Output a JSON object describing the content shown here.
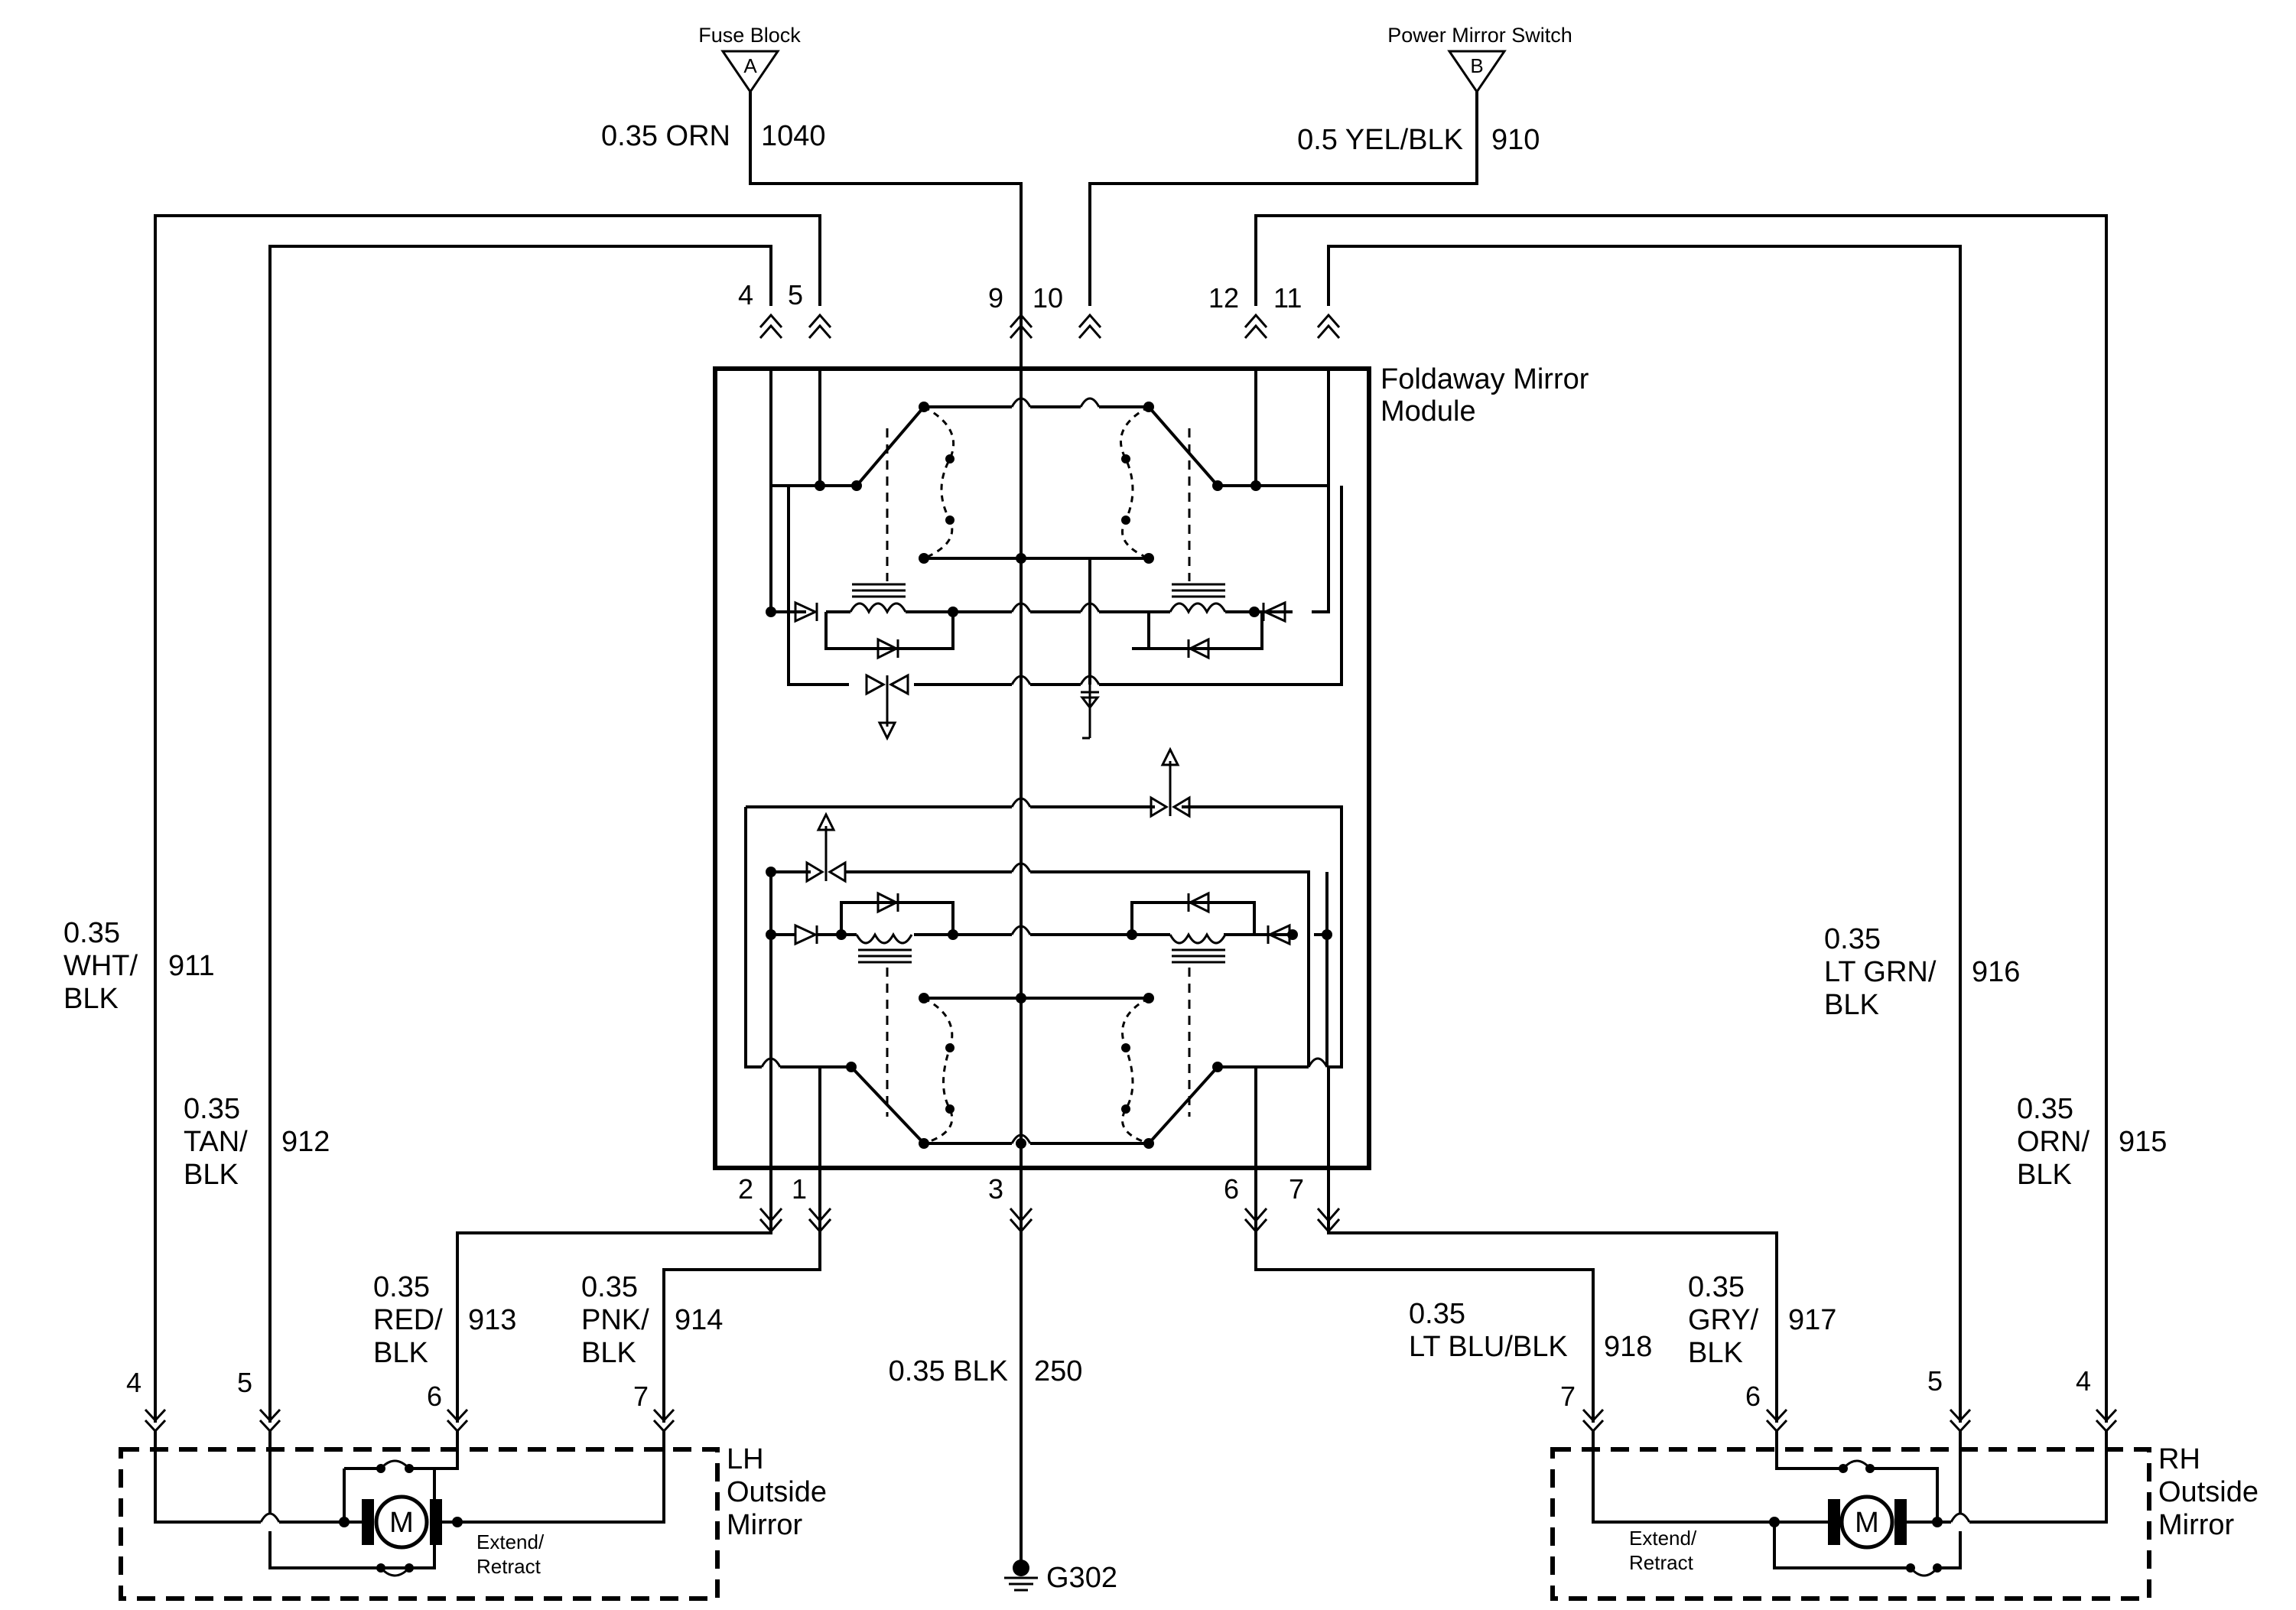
{
  "connectors": {
    "fuse_block": {
      "title": "Fuse Block",
      "letter": "A",
      "gauge_color": "0.35 ORN",
      "circuit": "1040"
    },
    "power_mirror_switch": {
      "title": "Power Mirror Switch",
      "letter": "B",
      "gauge_color": "0.5 YEL/BLK",
      "circuit": "910"
    }
  },
  "module": {
    "name_line1": "Foldaway Mirror",
    "name_line2": "Module",
    "pins_top": [
      "4",
      "5",
      "9",
      "10",
      "12",
      "11"
    ],
    "pins_bottom": [
      "2",
      "1",
      "3",
      "6",
      "7"
    ]
  },
  "wires": {
    "w911": {
      "line1": "0.35",
      "line2": "WHT/",
      "line3": "BLK",
      "circuit": "911"
    },
    "w912": {
      "line1": "0.35",
      "line2": "TAN/",
      "line3": "BLK",
      "circuit": "912"
    },
    "w913": {
      "line1": "0.35",
      "line2": "RED/",
      "line3": "BLK",
      "circuit": "913"
    },
    "w914": {
      "line1": "0.35",
      "line2": "PNK/",
      "line3": "BLK",
      "circuit": "914"
    },
    "w916": {
      "line1": "0.35",
      "line2": "LT GRN/",
      "line3": "BLK",
      "circuit": "916"
    },
    "w915": {
      "line1": "0.35",
      "line2": "ORN/",
      "line3": "BLK",
      "circuit": "915"
    },
    "w918": {
      "line1": "0.35",
      "line2": "LT BLU/BLK",
      "circuit": "918"
    },
    "w917": {
      "line1": "0.35",
      "line2": "GRY/",
      "line3": "BLK",
      "circuit": "917"
    },
    "w250": {
      "gauge_color": "0.35 BLK",
      "circuit": "250"
    }
  },
  "lh_mirror": {
    "line1": "LH",
    "line2": "Outside",
    "line3": "Mirror",
    "motor": "M",
    "function_line1": "Extend/",
    "function_line2": "Retract",
    "pins": [
      "4",
      "5",
      "6",
      "7"
    ]
  },
  "rh_mirror": {
    "line1": "RH",
    "line2": "Outside",
    "line3": "Mirror",
    "motor": "M",
    "function_line1": "Extend/",
    "function_line2": "Retract",
    "pins": [
      "7",
      "6",
      "5",
      "4"
    ]
  },
  "ground": {
    "label": "G302"
  }
}
